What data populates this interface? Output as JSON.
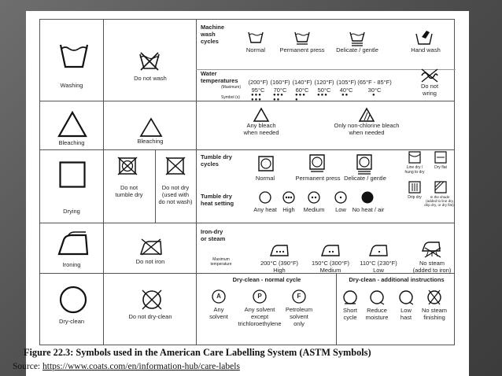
{
  "table": {
    "washing": {
      "label": "Washing",
      "do_not": "Do not wash",
      "machine_header": [
        "Machine",
        "wash",
        "cycles"
      ],
      "cycles": [
        "Normal",
        "Permanent press",
        "Delicate / gentle",
        "Hand wash"
      ],
      "temp_header": [
        "Water",
        "temperatures"
      ],
      "temp_sub": [
        "(Maximum)",
        "Symbol (s)"
      ],
      "temps_f": [
        "(200°F)",
        "(160°F)",
        "(140°F)",
        "(120°F)",
        "(105°F)",
        "(65°F - 85°F)"
      ],
      "temps_c": [
        "95°C",
        "70°C",
        "60°C",
        "50°C",
        "40°C",
        "30°C"
      ],
      "temp_dots": [
        "●●●\n●●●",
        "●●●\n●●",
        "●●●\n●",
        "●●●",
        "●●",
        "●"
      ],
      "wring": [
        "Do not",
        "wring"
      ]
    },
    "bleaching": {
      "label": "Bleaching",
      "do_not": "Bleaching",
      "any": [
        "Any bleach",
        "when needed"
      ],
      "non_chlorine": [
        "Only non-chlorine bleach",
        "when needed"
      ]
    },
    "drying": {
      "label": "Drying",
      "no_tumble": [
        "Do not",
        "tumble dry"
      ],
      "no_dry": [
        "Do not dry",
        "(used with",
        "do not wash)"
      ],
      "tumble_header": [
        "Tumble dry",
        "cycles"
      ],
      "cycles": [
        "Normal",
        "Permanent press",
        "Delicate / gentle"
      ],
      "line_dry": [
        "Line dry /",
        "hung to dry"
      ],
      "dry_flat": "Dry flat",
      "drip_dry": "Drip dry",
      "in_shade": [
        "In the shade",
        "(added to line dry,",
        "drip dry, or dry flat)"
      ],
      "heat_header": [
        "Tumble dry",
        "heat setting"
      ],
      "heats": [
        "Any heat",
        "High",
        "Medium",
        "Low",
        "No heat / air"
      ]
    },
    "ironing": {
      "label": "Ironing",
      "do_not": "Do not iron",
      "header": [
        "Iron-dry",
        "or steam"
      ],
      "sub": [
        "Maximum",
        "temperature"
      ],
      "high": [
        "200°C (390°F)",
        "High"
      ],
      "medium": [
        "150°C (300°F)",
        "Medium"
      ],
      "low": [
        "110°C (230°F)",
        "Low"
      ],
      "no_steam": [
        "No steam",
        "(added to iron)"
      ]
    },
    "dryclean": {
      "label": "Dry-clean",
      "do_not": "Do not dry-clean",
      "normal_header": "Dry-clean - normal cycle",
      "additional_header": "Dry-clean - additional instructions",
      "letters": [
        "A",
        "P",
        "F"
      ],
      "any_solvent": [
        "Any",
        "solvent"
      ],
      "except": [
        "Any solvent",
        "except",
        "trichloroethylene"
      ],
      "petroleum": [
        "Petroleum",
        "solvent",
        "only"
      ],
      "short": [
        "Short",
        "cycle"
      ],
      "moisture": [
        "Reduce",
        "moisture"
      ],
      "low_heat": [
        "Low",
        "hast"
      ],
      "no_steam": [
        "No steam",
        "finishing"
      ]
    }
  },
  "caption": "Figure 22.3: Symbols used in the American Care Labelling System (ASTM Symbols)",
  "source_label": "Source:",
  "source_link": "https://www.coats.com/en/information-hub/care-labels"
}
